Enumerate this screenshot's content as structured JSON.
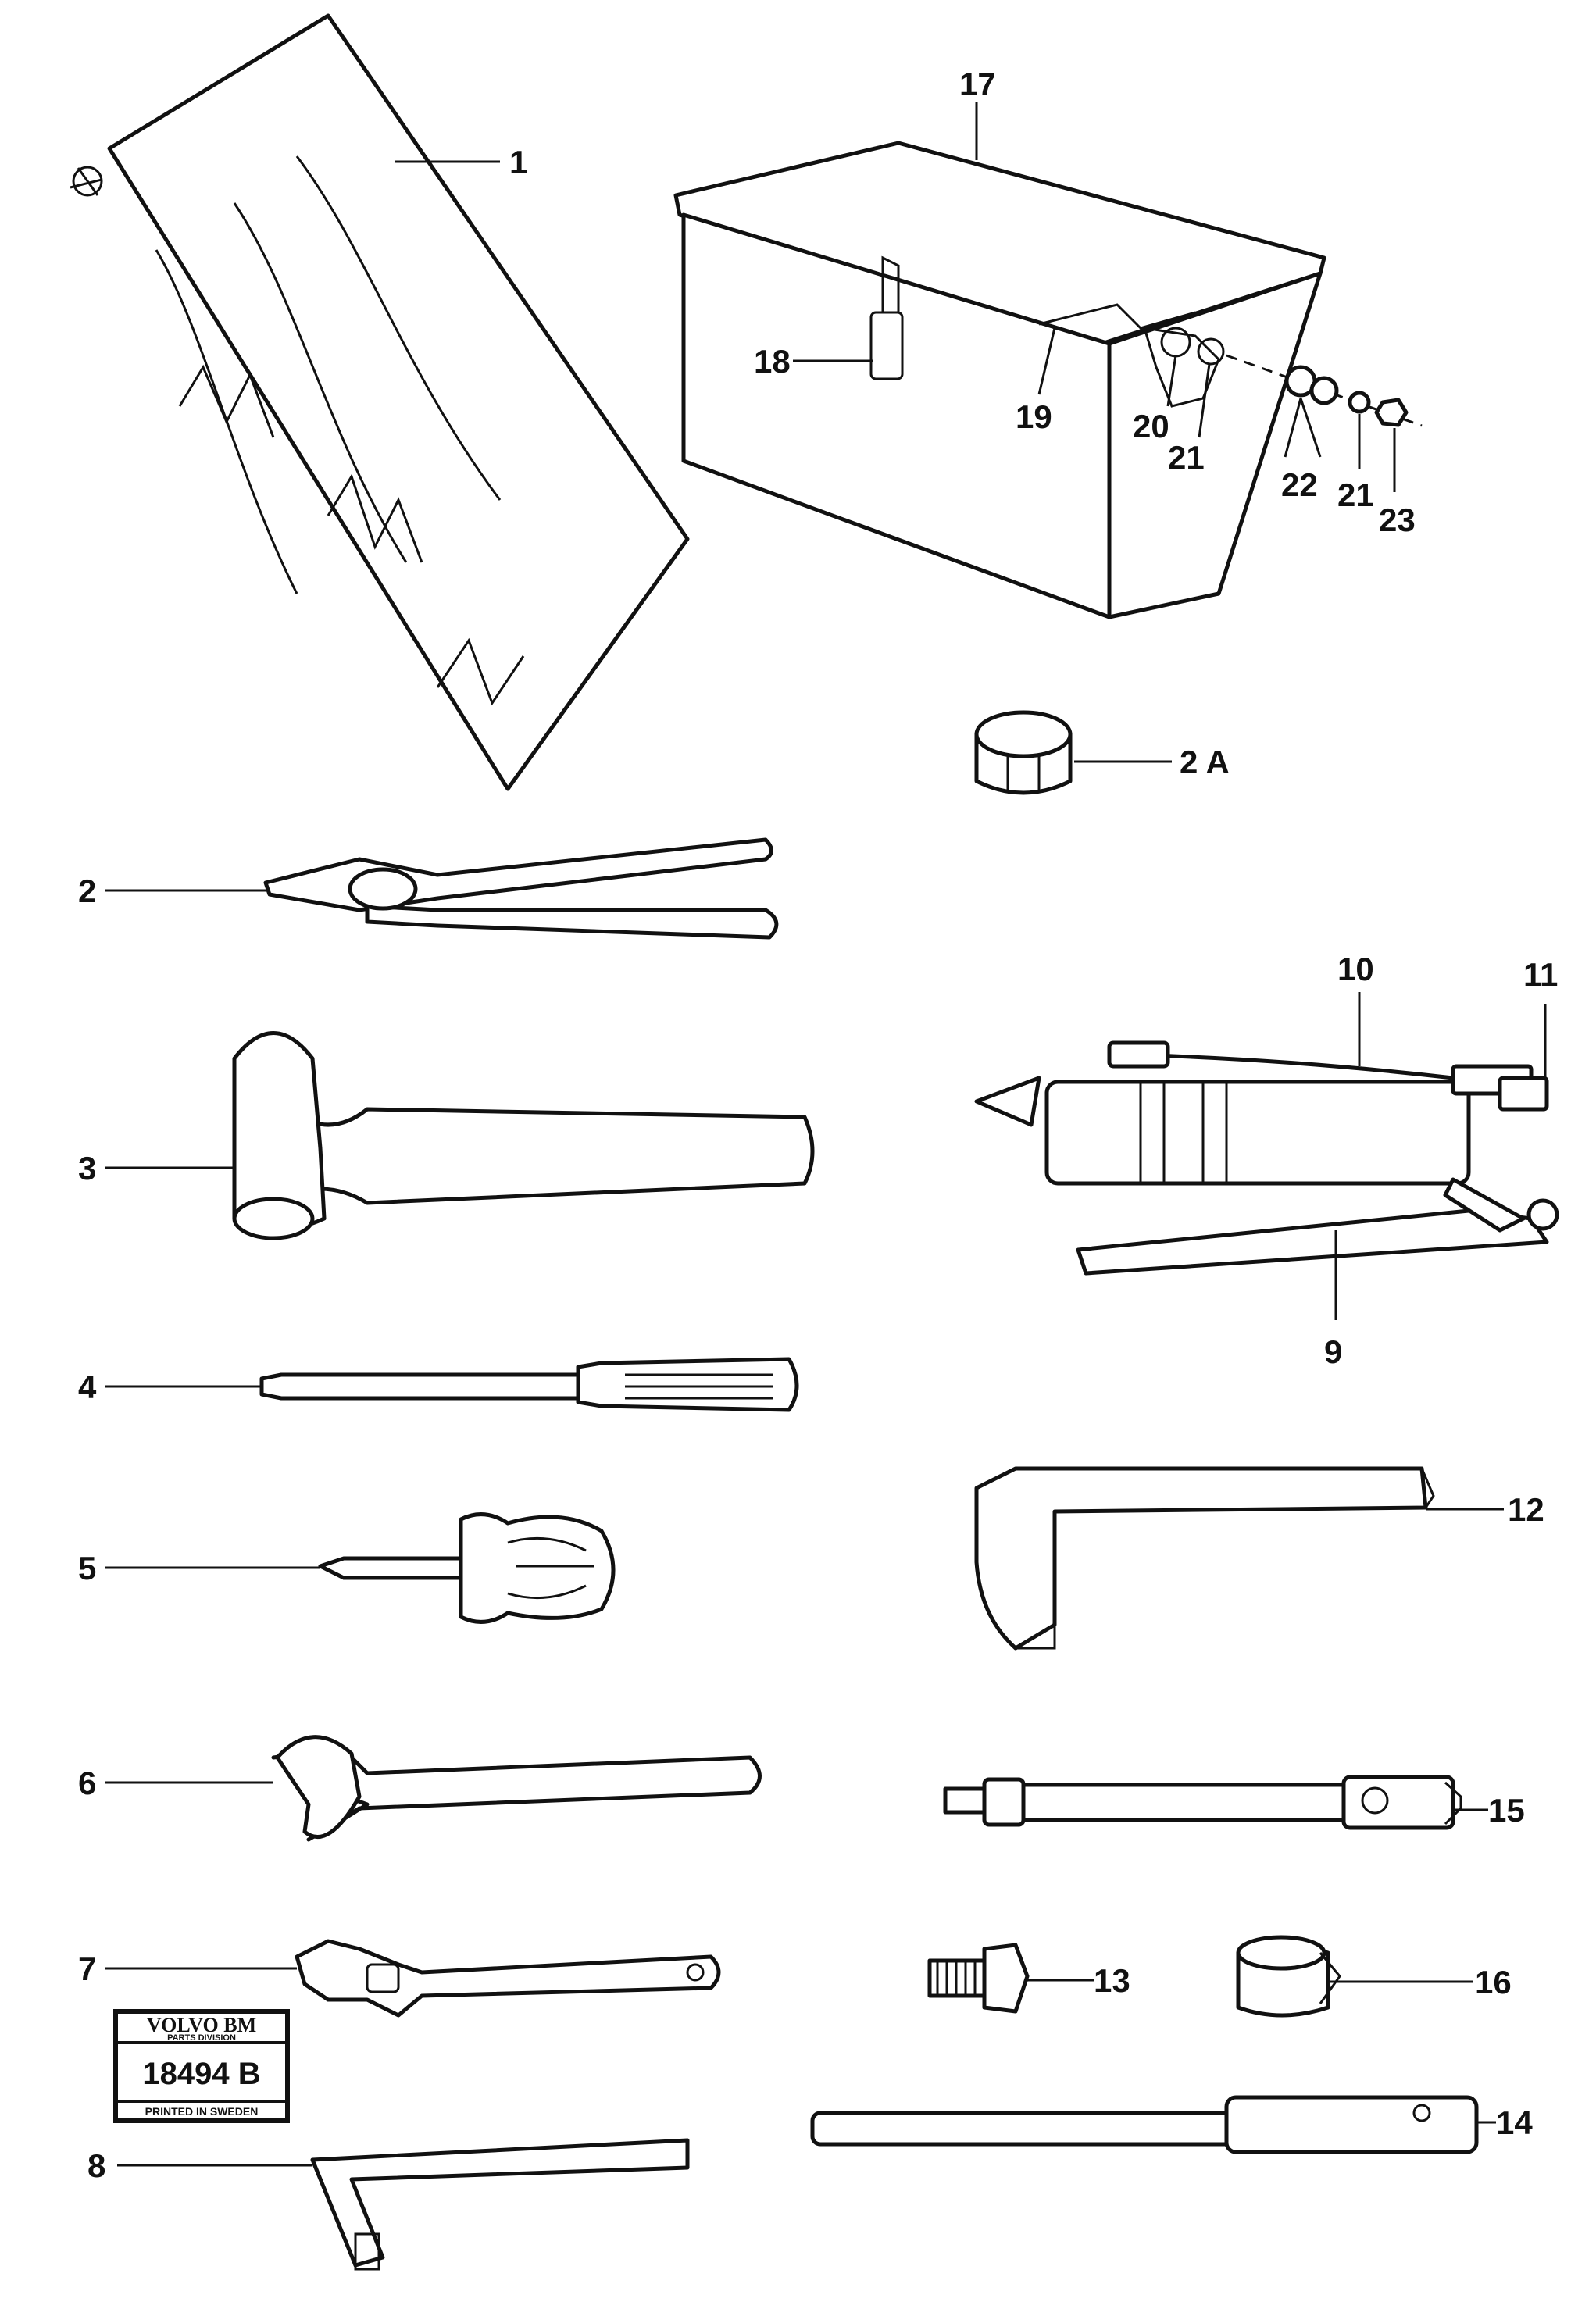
{
  "labels": {
    "p1": "1",
    "p2": "2",
    "p2a": "2 A",
    "p3": "3",
    "p4": "4",
    "p5": "5",
    "p6": "6",
    "p7": "7",
    "p8": "8",
    "p9": "9",
    "p10": "10",
    "p11": "11",
    "p12": "12",
    "p13": "13",
    "p14": "14",
    "p15": "15",
    "p16": "16",
    "p17": "17",
    "p18": "18",
    "p19": "19",
    "p20": "20",
    "p21a": "21",
    "p21b": "21",
    "p22": "22",
    "p23": "23"
  },
  "plate": {
    "brand": "VOLVO BM",
    "division": "PARTS DIVISION",
    "number": "18494 B",
    "printed": "PRINTED IN SWEDEN"
  }
}
